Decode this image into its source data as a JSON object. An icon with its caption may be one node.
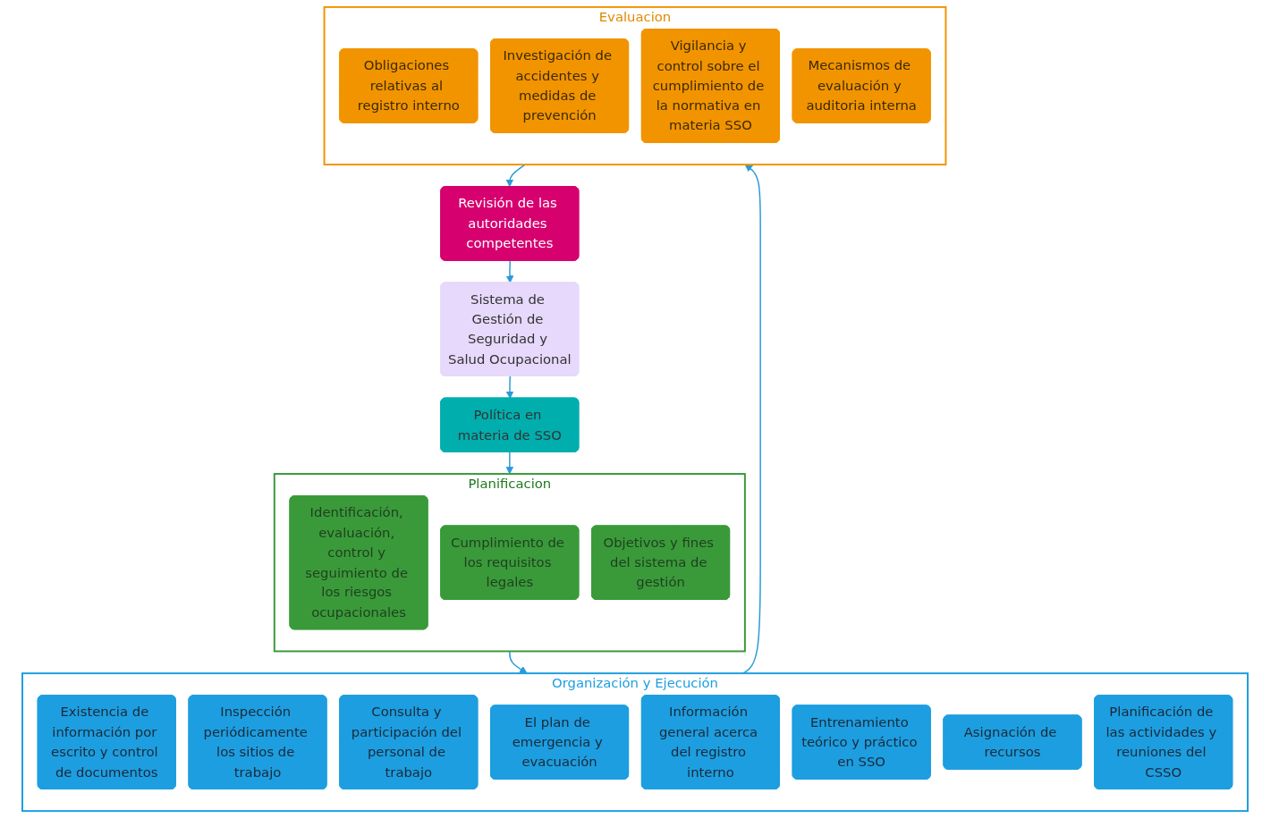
{
  "diagram": {
    "nodes": [
      {
        "text": [
          "Revisión de las autoridades competentes"
        ]
      },
      {
        "text": [
          "Sistema de Gestión de Seguridad y Salud Ocupacional"
        ]
      },
      {
        "text": [
          "Política en materia de SSO"
        ]
      },
      {
        "text": [
          "Planificacion"
        ]
      },
      {
        "text": [
          "Identificación, evaluación, control y seguimiento de los riesgos ocupacionales"
        ],
        "in": 3
      },
      {
        "text": [
          "Cumplimiento de los requisitos legales"
        ],
        "in": 3
      },
      {
        "text": [
          "Objetivos y fines del sistema de gestión"
        ],
        "in": 3
      },
      {
        "text": [
          "Organización y Ejecución"
        ]
      },
      {
        "text": [
          "Existencia de información por escrito y control de documentos"
        ],
        "in": 7
      },
      {
        "text": [
          "Inspección periódicamente los sitios de trabajo"
        ],
        "in": 7
      },
      {
        "text": [
          "Consulta y participación del personal de trabajo"
        ],
        "in": 7
      },
      {
        "text": [
          "El plan de emergencia y evacuación"
        ],
        "in": 7
      },
      {
        "text": [
          "Información general acerca del registro interno"
        ],
        "in": 7
      },
      {
        "text": [
          "Entrenamiento teórico y práctico en SSO"
        ],
        "in": 7
      },
      {
        "text": [
          "Asignación de recursos"
        ],
        "in": 7
      },
      {
        "text": [
          "Planificación de las actividades y reuniones del CSSO"
        ],
        "in": 7
      },
      {
        "text": [
          "Evaluacion"
        ]
      },
      {
        "text": [
          "Obligaciones relativas al registro interno"
        ],
        "in": 16
      },
      {
        "text": [
          "Investigación de accidentes y medidas de prevención"
        ],
        "in": 16
      },
      {
        "text": [
          "Vigilancia y control sobre el cumplimiento de la normativa en materia SSO"
        ],
        "in": 16
      },
      {
        "text": [
          "Mecanismos de evaluación y auditoria interna"
        ],
        "in": 16
      }
    ],
    "edges": [
      {
        "from": 0,
        "to": 1,
        "arrow": "to"
      },
      {
        "from": 1,
        "to": 2,
        "arrow": "to"
      },
      {
        "from": 2,
        "to": 3,
        "arrow": "to"
      },
      {
        "from": 3,
        "to": 7,
        "arrow": "to"
      },
      {
        "from": 7,
        "to": 16,
        "arrow": "to"
      },
      {
        "from": 16,
        "to": 0,
        "arrow": "to"
      }
    ]
  }
}
